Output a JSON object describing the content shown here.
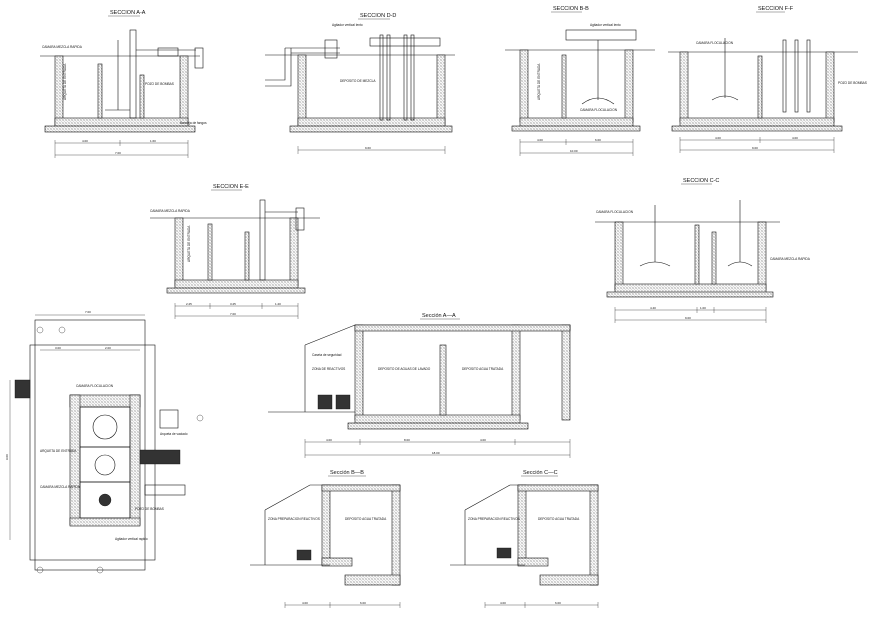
{
  "drawing": {
    "sections": {
      "aa_top": {
        "title": "SECCION A-A",
        "labels": [
          "CAMARA MEZCLA RAPIDA",
          "ARQUETA DE ENTRADA",
          "POZO DE BOMBAS",
          "Bandeja de fangos"
        ],
        "dims": [
          "4.00",
          "1.60",
          "7.00"
        ]
      },
      "dd": {
        "title": "SECCION D-D",
        "labels": [
          "Agitador vertical lento",
          "DEPOSITO DE MEZCLA"
        ],
        "dims": [
          "9.60"
        ]
      },
      "bb_top": {
        "title": "SECCION B-B",
        "labels": [
          "Agitador vertical lento",
          "CAMARA FLOCULACION",
          "ARQUETA DE ENTRADA"
        ],
        "dims": [
          "4.00",
          "6.00",
          "10.00"
        ]
      },
      "ff": {
        "title": "SECCION F-F",
        "labels": [
          "CAMARA FLOCULACION",
          "POZO DE BOMBAS"
        ],
        "dims": [
          "4.00",
          "4.00",
          "9.00"
        ]
      },
      "ee": {
        "title": "SECCION E-E",
        "labels": [
          "ARQUETA DE ENTRADA",
          "CAMARA MEZCLA RAPIDA"
        ],
        "dims": [
          "2.25",
          "3.25",
          "1.20",
          "7.00"
        ]
      },
      "cc_top": {
        "title": "SECCION C-C",
        "labels": [
          "CAMARA FLOCULACION",
          "CAMARA MEZCLA RAPIDA"
        ],
        "dims": [
          "4.40",
          "1.00",
          "9.00"
        ]
      },
      "aa_main": {
        "title": "Sección A—A",
        "labels": [
          "Caseta de seguridad",
          "ZONA DE REACTIVOS",
          "DEPOSITO DE AGUAS DE LAVADO",
          "DEPOSITO AGUA TRATADA"
        ],
        "dims": [
          "4.00",
          "8.00",
          "4.00",
          "18.00"
        ]
      },
      "bb_bottom": {
        "title": "Sección B—B",
        "labels": [
          "ZONA PREPARACION REACTIVOS",
          "DEPOSITO AGUA TRATADA"
        ],
        "dims": [
          "4.00",
          "6.00"
        ]
      },
      "cc_bottom": {
        "title": "Sección C—C",
        "labels": [
          "ZONA PREPARACION REACTIVOS",
          "DEPOSITO AGUA TRATADA"
        ],
        "dims": [
          "4.00",
          "6.00"
        ]
      }
    },
    "plan": {
      "labels": [
        "CAMARA FLOCULACION",
        "ARQUETA DE ENTRADA",
        "CAMARA MEZCLA RAPIDA",
        "POZO DE BOMBAS",
        "Agitador vertical rapido",
        "Arqueta de vaciado"
      ],
      "dims": [
        "7.00",
        "3.00",
        "2.00",
        "9.00"
      ]
    }
  }
}
